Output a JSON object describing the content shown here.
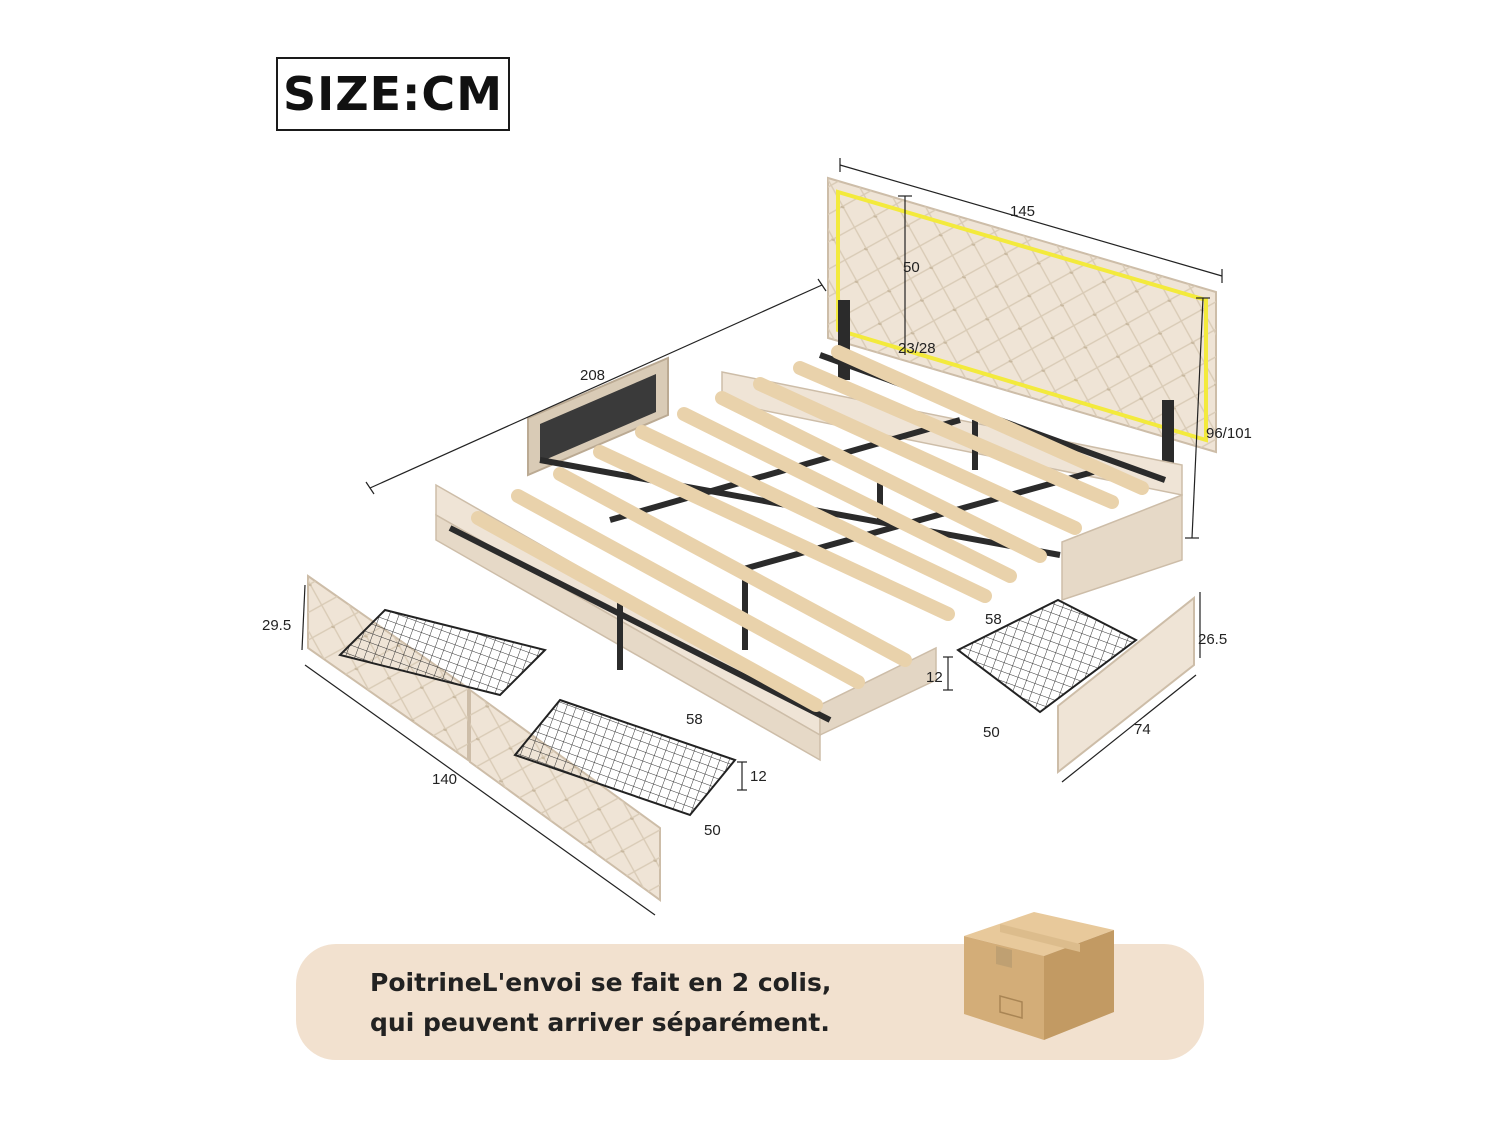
{
  "header": {
    "size_label": "SIZE:CM"
  },
  "dimensions": {
    "headboard_width": "145",
    "headboard_height": "50",
    "leg_height": "23/28",
    "bed_length": "208",
    "total_height": "96/101",
    "front_drawers_width": "140",
    "front_drawer_height": "29.5",
    "front_basket_depth": "58",
    "front_basket_height": "12",
    "front_basket_width": "50",
    "side_basket_depth": "58",
    "side_basket_height": "12",
    "side_basket_width": "50",
    "side_drawer_height": "26.5",
    "side_drawer_width": "74"
  },
  "notice": {
    "line1": "PoitrineL'envoi se fait en 2 colis,",
    "line2": "qui peuvent arriver séparément."
  },
  "colors": {
    "fabric": "#efe4d6",
    "frame": "#2b2b2b",
    "slat": "#e9d2ab",
    "led": "#f3ea3c",
    "banner": "#f2e1cf"
  },
  "icons": {
    "parcel": "cardboard-box-icon"
  }
}
